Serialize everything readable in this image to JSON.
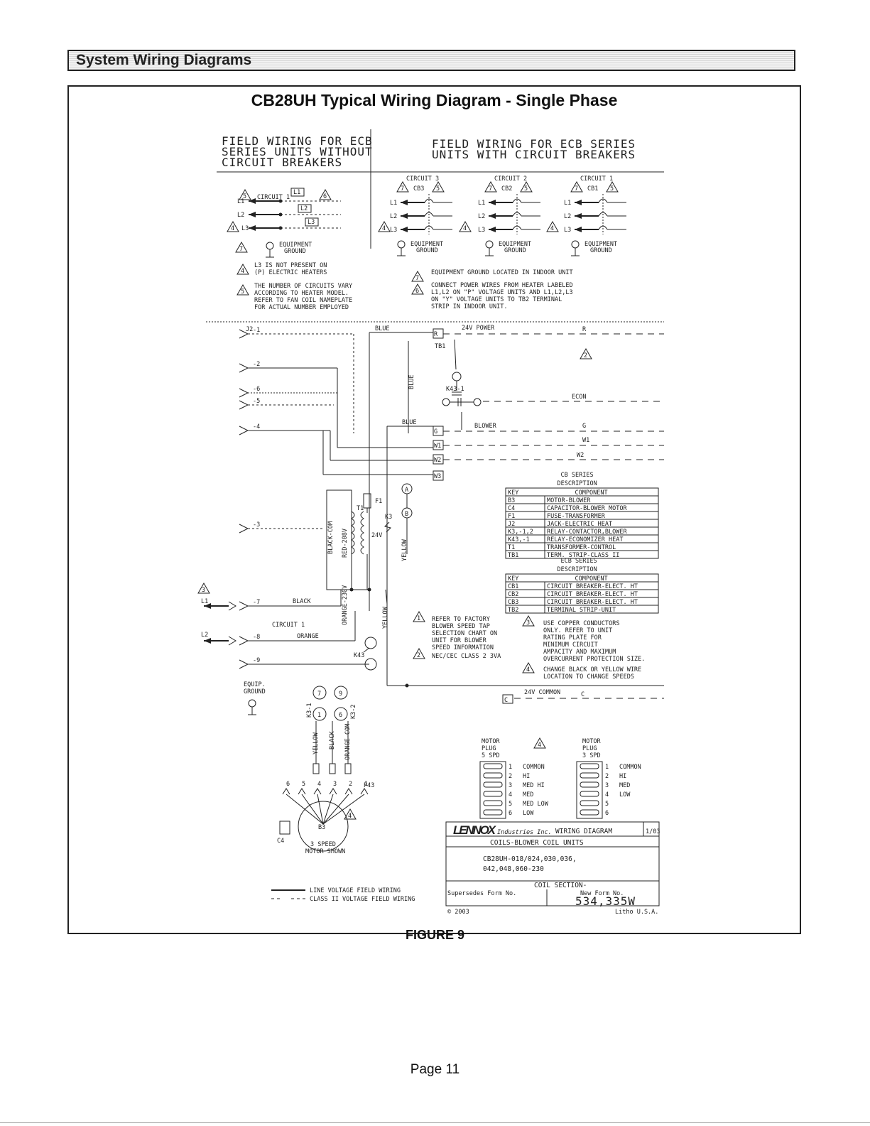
{
  "header": {
    "title": "System Wiring Diagrams"
  },
  "diagram_title": "CB28UH Typical Wiring Diagram - Single Phase",
  "figure_label": "FIGURE 9",
  "page_label": "Page 11",
  "left_panel": {
    "title_lines": [
      "FIELD WIRING FOR ECB",
      "SERIES UNITS WITHOUT",
      "CIRCUIT BREAKERS"
    ],
    "circuit": "CIRCUIT 1",
    "lines": [
      "L1",
      "L2",
      "L3"
    ],
    "ground": [
      "EQUIPMENT",
      "GROUND"
    ]
  },
  "right_panel": {
    "title_lines": [
      "FIELD WIRING FOR ECB SERIES",
      "UNITS WITH CIRCUIT BREAKERS"
    ],
    "circuits": [
      {
        "name": "CIRCUIT 3",
        "cb": "CB3"
      },
      {
        "name": "CIRCUIT 2",
        "cb": "CB2"
      },
      {
        "name": "CIRCUIT 1",
        "cb": "CB1"
      }
    ],
    "lines": [
      "L1",
      "L2",
      "L3"
    ],
    "ground": [
      "EQUIPMENT",
      "GROUND"
    ]
  },
  "notes_top": [
    {
      "num": "4",
      "lines": [
        "L3 IS NOT PRESENT ON",
        "(P) ELECTRIC HEATERS"
      ]
    },
    {
      "num": "5",
      "lines": [
        "THE NUMBER OF CIRCUITS VARY",
        "ACCORDING TO HEATER MODEL.",
        "REFER TO FAN COIL NAMEPLATE",
        "FOR ACTUAL NUMBER EMPLOYED"
      ]
    },
    {
      "num": "7",
      "lines": [
        "EQUIPMENT GROUND LOCATED IN INDOOR UNIT"
      ]
    },
    {
      "num": "6",
      "lines": [
        "CONNECT POWER WIRES FROM HEATER LABELED",
        "L1,L2 ON \"P\" VOLTAGE UNITS AND L1,L2,L3",
        "ON \"Y\" VOLTAGE UNITS TO TB2 TERMINAL",
        "STRIP IN INDOOR UNIT."
      ]
    }
  ],
  "schematic": {
    "jack": "J2",
    "pins": [
      "-1",
      "-2",
      "-6",
      "-5",
      "-4",
      "-3",
      "-7",
      "-8",
      "-9"
    ],
    "terminals": [
      "R",
      "TB1",
      "G",
      "W1",
      "W2",
      "W3",
      "C"
    ],
    "wire_labels": {
      "blue1": "BLUE",
      "blue2": "BLUE",
      "blue3": "BLUE",
      "power24": "24V POWER",
      "r": "R",
      "econ": "ECON",
      "blower": "BLOWER",
      "g": "G",
      "w1": "W1",
      "w2": "W2",
      "black": "BLACK",
      "orange": "ORANGE",
      "circuit1": "CIRCUIT 1",
      "l1": "L1",
      "l2": "L2",
      "black_com": "BLACK-COM",
      "red_208": "RED-208V",
      "orange_230": "ORANGE-230V",
      "yellow1": "YELLOW",
      "yellow2": "YELLOW",
      "yellow3": "YELLOW",
      "v24": "24V",
      "t1": "T1",
      "f1": "F1",
      "k3": "K3",
      "k43": "K43",
      "k43_1": "K43-1",
      "a": "A",
      "b": "B",
      "equip_ground": [
        "EQUIP.",
        "GROUND"
      ],
      "k3_1": "K3-1",
      "k3_2": "K3-2",
      "k3_1_nums": [
        "7",
        "1",
        "9",
        "6"
      ],
      "black_low": "BLACK",
      "orange_com": "ORANGE-COM",
      "motor_pins": [
        "6",
        "5",
        "4",
        "3",
        "2",
        "1"
      ],
      "p43": "P43",
      "b3": "B3",
      "c4": "C4",
      "motor_shown": [
        "3 SPEED",
        "MOTOR SHOWN"
      ],
      "common24": "24V COMMON",
      "c_label": "C"
    }
  },
  "cb_legend": {
    "title": "CB SERIES",
    "subtitle": "DESCRIPTION",
    "head": [
      "KEY",
      "COMPONENT"
    ],
    "rows": [
      [
        "B3",
        "MOTOR-BLOWER"
      ],
      [
        "C4",
        "CAPACITOR-BLOWER MOTOR"
      ],
      [
        "F1",
        "FUSE-TRANSFORMER"
      ],
      [
        "J2",
        "JACK-ELECTRIC HEAT"
      ],
      [
        "K3,-1,2",
        "RELAY-CONTACTOR,BLOWER"
      ],
      [
        "K43,-1",
        "RELAY-ECONOMIZER HEAT"
      ],
      [
        "T1",
        "TRANSFORMER-CONTROL"
      ],
      [
        "TB1",
        "TERM. STRIP-CLASS II"
      ]
    ]
  },
  "ecb_legend": {
    "title": "ECB SERIES",
    "subtitle": "DESCRIPTION",
    "head": [
      "KEY",
      "COMPONENT"
    ],
    "rows": [
      [
        "CB1",
        "CIRCUIT BREAKER-ELECT. HT"
      ],
      [
        "CB2",
        "CIRCUIT BREAKER-ELECT. HT"
      ],
      [
        "CB3",
        "CIRCUIT BREAKER-ELECT. HT"
      ],
      [
        "TB2",
        "TERMINAL STRIP-UNIT"
      ]
    ]
  },
  "notes_mid": [
    {
      "num": "1",
      "lines": [
        "REFER TO FACTORY",
        "BLOWER SPEED TAP",
        "SELECTION CHART ON",
        "UNIT FOR BLOWER",
        "SPEED INFORMATION"
      ]
    },
    {
      "num": "2",
      "lines": [
        "NEC/CEC CLASS 2 3VA"
      ]
    },
    {
      "num": "3",
      "lines": [
        "USE COPPER CONDUCTORS",
        "ONLY. REFER TO UNIT",
        "RATING PLATE FOR",
        "MINIMUM CIRCUIT",
        "AMPACITY AND MAXIMUM",
        "OVERCURRENT PROTECTION SIZE."
      ]
    },
    {
      "num": "4",
      "lines": [
        "CHANGE BLACK OR YELLOW WIRE",
        "LOCATION TO CHANGE SPEEDS"
      ]
    }
  ],
  "motor_plugs": {
    "left_title": [
      "MOTOR",
      "PLUG",
      "5 SPD"
    ],
    "right_title": [
      "MOTOR",
      "PLUG",
      "3 SPD"
    ],
    "note_num": "4",
    "left": [
      [
        "1",
        "COMMON"
      ],
      [
        "2",
        "HI"
      ],
      [
        "3",
        "MED HI"
      ],
      [
        "4",
        "MED"
      ],
      [
        "5",
        "MED LOW"
      ],
      [
        "6",
        "LOW"
      ]
    ],
    "right": [
      [
        "1",
        "COMMON"
      ],
      [
        "2",
        "HI"
      ],
      [
        "3",
        "MED"
      ],
      [
        "4",
        "LOW"
      ],
      [
        "5",
        ""
      ],
      [
        "6",
        ""
      ]
    ]
  },
  "title_block": {
    "brand": "LENNOX",
    "brand_sub": "Industries Inc.",
    "doc_type": "WIRING DIAGRAM",
    "date": "1/03",
    "subject": "COILS-BLOWER COIL UNITS",
    "models": [
      "CB28UH-018/024,030,036,",
      "042,048,060-230"
    ],
    "section": "COIL SECTION-",
    "supersedes": "Supersedes Form No.",
    "new_form": "New Form No.",
    "form_no": "534,335W",
    "copyright": "© 2003",
    "litho": "Litho U.S.A."
  },
  "wiring_legend": [
    "LINE VOLTAGE FIELD WIRING",
    "CLASS II VOLTAGE FIELD WIRING"
  ]
}
